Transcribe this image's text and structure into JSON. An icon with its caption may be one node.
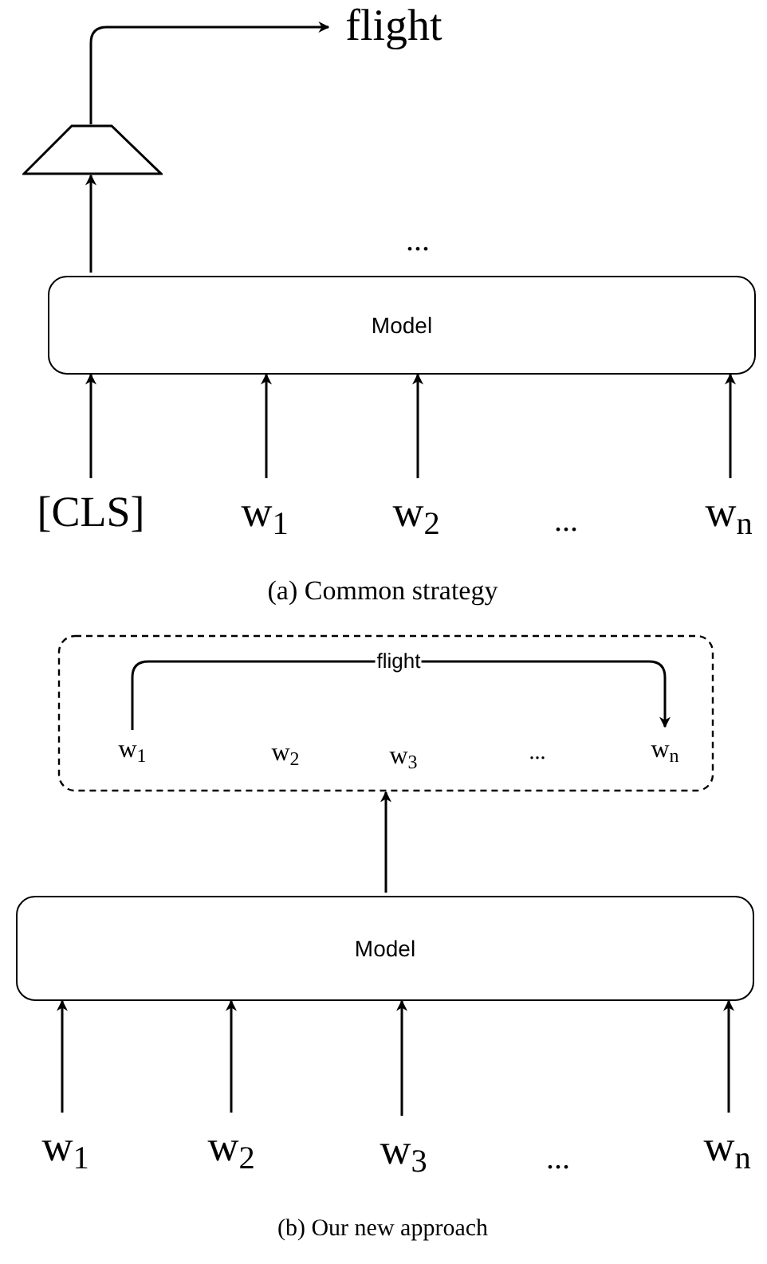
{
  "diagram": {
    "nodes": [
      {
        "text": [
          "flight"
        ]
      },
      {
        "text": [],
        "shape": "trapezoid"
      },
      {
        "text": [
          "Model"
        ]
      },
      {
        "text": [
          "[CLS]"
        ]
      },
      {
        "text": [
          "w$_{1}$"
        ]
      },
      {
        "text": [
          "w$_{2}$"
        ]
      },
      {
        "text": [
          "w$_{n}$"
        ]
      },
      {
        "text": [],
        "shape": "box"
      },
      {
        "text": [
          "w$_{1}$"
        ],
        "in": 7
      },
      {
        "text": [
          "w$_{2}$"
        ],
        "in": 7
      },
      {
        "text": [
          "w$_{3}$"
        ],
        "in": 7
      },
      {
        "text": [
          "w$_{n}$"
        ],
        "in": 7
      },
      {
        "text": [
          "Model"
        ]
      },
      {
        "text": [
          "w$_{1}$"
        ]
      },
      {
        "text": [
          "w$_{2}$"
        ]
      },
      {
        "text": [
          "w$_{3}$"
        ]
      },
      {
        "text": [
          "w$_{n}$"
        ]
      }
    ],
    "edges": [
      {
        "from": 1,
        "to": 0,
        "arrow": "to"
      },
      {
        "from": 2,
        "to": 1,
        "arrow": "to"
      },
      {
        "from": 3,
        "to": 2,
        "arrow": "to"
      },
      {
        "from": 4,
        "to": 2,
        "arrow": "to"
      },
      {
        "from": 5,
        "to": 2,
        "arrow": "to"
      },
      {
        "from": 6,
        "to": 2,
        "arrow": "to"
      },
      {
        "from": 8,
        "to": 11,
        "arrow": "to",
        "label": "flight"
      },
      {
        "from": 12,
        "to": 7,
        "arrow": "to"
      },
      {
        "from": 13,
        "to": 12,
        "arrow": "to"
      },
      {
        "from": 14,
        "to": 12,
        "arrow": "to"
      },
      {
        "from": 15,
        "to": 12,
        "arrow": "to"
      },
      {
        "from": 16,
        "to": 12,
        "arrow": "to"
      }
    ],
    "labels": [
      "...",
      "...",
      "(a) Common strategy",
      "...",
      "...",
      "(b) Our new approach"
    ]
  }
}
